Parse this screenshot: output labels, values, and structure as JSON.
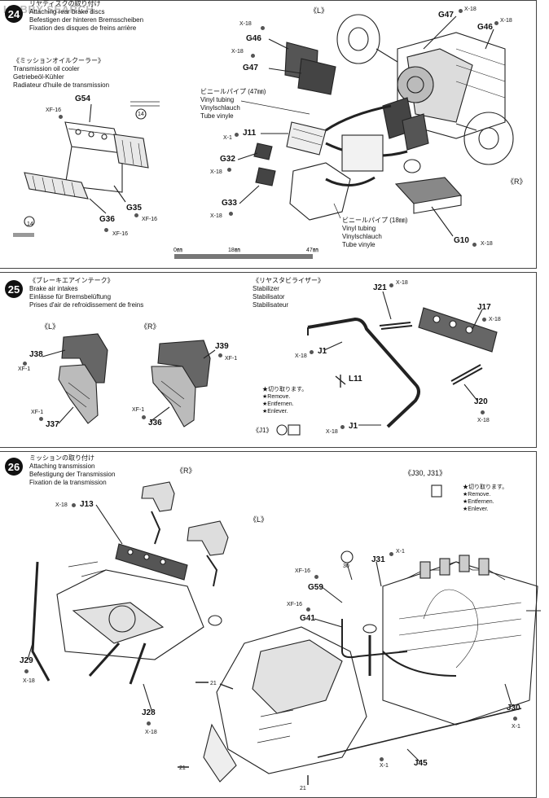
{
  "watermark": "HOBBY SEARCH",
  "step24": {
    "num": "24",
    "title_lines": [
      "リヤディスクの取り付け",
      "Attaching rear brake discs",
      "Befestigen der hinteren Bremsscheiben",
      "Fixation des disques de freins arrière"
    ],
    "oil_cooler_lines": [
      "《ミッションオイルクーラー》",
      "Transmission oil cooler",
      "Getriebeöl-Kühler",
      "Radiateur d'huile de transmission"
    ],
    "vinyl47_lines": [
      "ビニールパイプ (47㎜)",
      "Vinyl tubing",
      "Vinylschlauch",
      "Tube vinyle"
    ],
    "vinyl18_lines": [
      "ビニールパイプ (18㎜)",
      "Vinyl tubing",
      "Vinylschlauch",
      "Tube vinyle"
    ],
    "label_l": "《L》",
    "label_r": "《R》",
    "ruler": {
      "start": "0㎜",
      "mid": "18㎜",
      "end": "47㎜"
    },
    "parts": {
      "g54": "G54",
      "g35": "G35",
      "g36": "G36",
      "g46_a": "G46",
      "g47_a": "G47",
      "g47_b": "G47",
      "g46_b": "G46",
      "j11": "J11",
      "g32": "G32",
      "g33": "G33",
      "g10": "G10"
    },
    "codes": {
      "xf16_a": "XF-16",
      "xf16_b": "XF-16",
      "xf16_c": "XF-16",
      "x18_a": "X-18",
      "x18_b": "X-18",
      "x18_c": "X-18",
      "x18_d": "X-18",
      "x18_e": "X-18",
      "x18_f": "X-18",
      "x18_g": "X-18",
      "x1_a": "X-1"
    },
    "ref_14_a": "14",
    "ref_14_b": "14"
  },
  "step25": {
    "num": "25",
    "title_lines": [
      "《ブレーキエアインテーク》",
      "Brake air intakes",
      "Einlässe für Bremsbelüftung",
      "Prises d'air de refroidissement de freins"
    ],
    "stab_lines": [
      "《リヤスタビライザー》",
      "Stabilizer",
      "Stabilisator",
      "Stabilisateur"
    ],
    "label_l": "《L》",
    "label_r": "《R》",
    "remove_lines": [
      "★切り取ります。",
      "★Remove.",
      "★Entfernen.",
      "★Enlever."
    ],
    "j1_tag": "《J1》",
    "parts": {
      "j38": "J38",
      "j37": "J37",
      "j39": "J39",
      "j36": "J36",
      "j21": "J21",
      "j17": "J17",
      "j1_a": "J1",
      "l11": "L11",
      "j20": "J20",
      "j1_b": "J1"
    },
    "codes": {
      "xf1_a": "XF-1",
      "xf1_b": "XF-1",
      "xf1_c": "XF-1",
      "xf1_d": "XF-1",
      "x18_a": "X-18",
      "x18_b": "X-18",
      "x18_c": "X-18",
      "x18_d": "X-18",
      "x18_e": "X-18"
    }
  },
  "step26": {
    "num": "26",
    "title_lines": [
      "ミッションの取り付け",
      "Attaching transmission",
      "Befestigung der Transmission",
      "Fixation de la transmission"
    ],
    "label_r": "《R》",
    "label_l": "《L》",
    "j30_j31": "《J30, J31》",
    "remove_lines": [
      "★切り取ります。",
      "★Remove.",
      "★Entfernen.",
      "★Enlever."
    ],
    "parts": {
      "j13": "J13",
      "j31": "J31",
      "g59": "G59",
      "g41": "G41",
      "j29": "J29",
      "j28": "J28",
      "j30": "J30",
      "j45": "J45"
    },
    "codes": {
      "x18_a": "X-18",
      "x18_b": "X-18",
      "x18_c": "X-18",
      "x1_a": "X-1",
      "x1_b": "X-1",
      "x1_c": "X-1",
      "xf16_a": "XF-16",
      "xf16_b": "XF-16"
    },
    "ref_30": "30",
    "ref_21_a": "21",
    "ref_21_b": "21",
    "ref_21_c": "21"
  }
}
